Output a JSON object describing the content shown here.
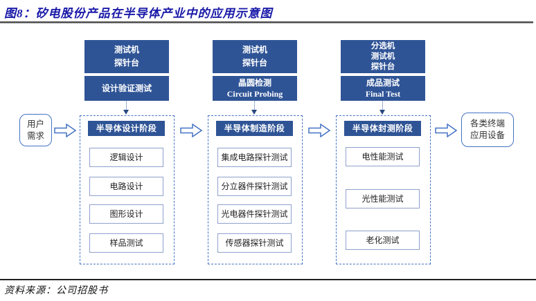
{
  "title": {
    "label": "图8：矽电股份产品在半导体产业中的应用示意图"
  },
  "source": {
    "label": "资料来源：公司招股书"
  },
  "colors": {
    "title_text": "#1818a8",
    "stage_box_fill": "#2F5496",
    "stage_box_text": "#ffffff",
    "dashed_border": "#4472C4",
    "item_border": "#8ea0cc",
    "title_rule": "#4d4d4d",
    "bottom_rule": "#1f1f1f"
  },
  "flow": {
    "input": {
      "line1": "用户",
      "line2": "需求"
    },
    "output": {
      "line1": "各类终端",
      "line2": "应用设备"
    },
    "stages": [
      {
        "equipment": [
          "测试机",
          "探针台"
        ],
        "test": [
          "设计验证测试"
        ],
        "header": "半导体设计阶段",
        "items": [
          "逻辑设计",
          "电路设计",
          "图形设计",
          "样品测试"
        ]
      },
      {
        "equipment": [
          "测试机",
          "探针台"
        ],
        "test": [
          "晶圆检测",
          "Circuit Probing"
        ],
        "header": "半导体制造阶段",
        "items": [
          "集成电路探针测试",
          "分立器件探针测试",
          "光电器件探针测试",
          "传感器探针测试"
        ]
      },
      {
        "equipment": [
          "分选机",
          "测试机",
          "探针台"
        ],
        "test": [
          "成品测试",
          "Final Test"
        ],
        "header": "半导体封测阶段",
        "items": [
          "电性能测试",
          "光性能测试",
          "老化测试"
        ]
      }
    ]
  }
}
